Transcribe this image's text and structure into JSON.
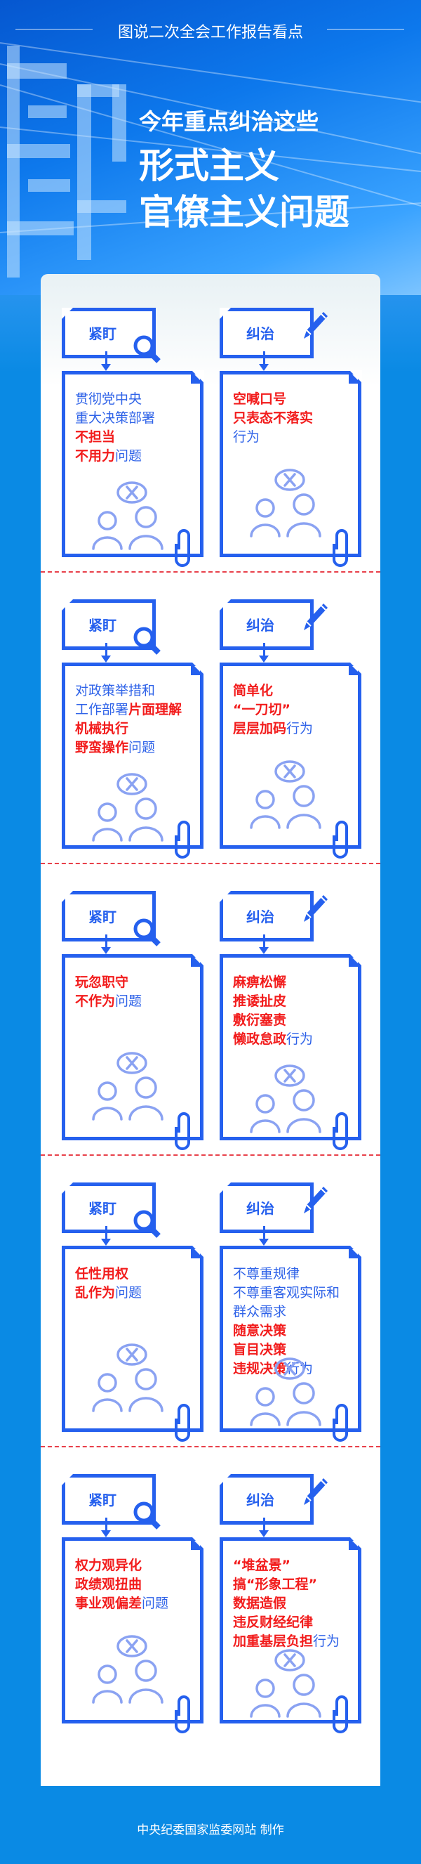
{
  "header": {
    "subtitle": "图说二次全会工作报告看点",
    "title_line1": "今年重点纠治这些",
    "title_line2": "形式主义",
    "title_line3": "官僚主义问题"
  },
  "colors": {
    "accent_blue": "#2560ee",
    "highlight_red": "#f21c1c",
    "background_blue": "#0a8ae4"
  },
  "sections": [
    {
      "left": {
        "tag": "紧盯",
        "icon": "magnifier-icon",
        "illustration": "people-disagree-icon",
        "lines": [
          [
            {
              "t": "贯彻党中央"
            }
          ],
          [
            {
              "t": "重大决策部署"
            }
          ],
          [
            {
              "t": "不担当",
              "red": true
            }
          ],
          [
            {
              "t": "不用力",
              "red": true
            },
            {
              "t": "问题"
            }
          ]
        ]
      },
      "right": {
        "tag": "纠治",
        "icon": "pencil-icon",
        "illustration": "megaphone-crowd-icon",
        "lines": [
          [
            {
              "t": "空喊口号",
              "red": true
            }
          ],
          [
            {
              "t": "只表态不落实",
              "red": true
            }
          ],
          [
            {
              "t": "行为"
            }
          ]
        ]
      }
    },
    {
      "left": {
        "tag": "紧盯",
        "icon": "magnifier-icon",
        "illustration": "desk-worker-icon",
        "lines": [
          [
            {
              "t": "对政策举措和"
            }
          ],
          [
            {
              "t": "工作部署"
            },
            {
              "t": "片面理解",
              "red": true
            }
          ],
          [
            {
              "t": "机械执行",
              "red": true
            }
          ],
          [
            {
              "t": "野蛮操作",
              "red": true
            },
            {
              "t": "问题"
            }
          ]
        ]
      },
      "right": {
        "tag": "纠治",
        "icon": "pencil-icon",
        "illustration": "presenter-audience-icon",
        "lines": [
          [
            {
              "t": "简单化",
              "red": true
            }
          ],
          [
            {
              "t": "“一刀切”",
              "red": true
            }
          ],
          [
            {
              "t": "层层加码",
              "red": true
            },
            {
              "t": "行为"
            }
          ]
        ]
      }
    },
    {
      "left": {
        "tag": "紧盯",
        "icon": "magnifier-icon",
        "illustration": "laptop-worker-icon",
        "lines": [
          [
            {
              "t": "玩忽职守",
              "red": true
            }
          ],
          [
            {
              "t": "不作为",
              "red": true
            },
            {
              "t": "问题"
            }
          ]
        ]
      },
      "right": {
        "tag": "纠治",
        "icon": "pencil-icon",
        "illustration": "chat-people-icon",
        "lines": [
          [
            {
              "t": "麻痹松懈",
              "red": true
            }
          ],
          [
            {
              "t": "推诿扯皮",
              "red": true
            }
          ],
          [
            {
              "t": "敷衍塞责",
              "red": true
            }
          ],
          [
            {
              "t": "懒政怠政",
              "red": true
            },
            {
              "t": "行为"
            }
          ]
        ]
      }
    },
    {
      "left": {
        "tag": "紧盯",
        "icon": "magnifier-icon",
        "illustration": "podium-speaker-icon",
        "lines": [
          [
            {
              "t": "任性用权",
              "red": true
            }
          ],
          [
            {
              "t": "乱作为",
              "red": true
            },
            {
              "t": "问题"
            }
          ]
        ]
      },
      "right": {
        "tag": "纠治",
        "icon": "pencil-icon",
        "illustration": "chart-presenter-icon",
        "lines": [
          [
            {
              "t": "不尊重规律"
            }
          ],
          [
            {
              "t": "不尊重客观实际和"
            }
          ],
          [
            {
              "t": "群众需求"
            }
          ],
          [
            {
              "t": "随意决策",
              "red": true
            }
          ],
          [
            {
              "t": "盲目决策",
              "red": true
            }
          ],
          [
            {
              "t": "违规决策",
              "red": true
            },
            {
              "t": "行为"
            }
          ]
        ]
      }
    },
    {
      "left": {
        "tag": "紧盯",
        "icon": "magnifier-icon",
        "illustration": "seated-official-icon",
        "lines": [
          [
            {
              "t": "权力观异化",
              "red": true
            }
          ],
          [
            {
              "t": "政绩观扭曲",
              "red": true
            }
          ],
          [
            {
              "t": "事业观偏差",
              "red": true
            },
            {
              "t": "问题"
            }
          ]
        ]
      },
      "right": {
        "tag": "纠治",
        "icon": "pencil-icon",
        "illustration": "report-board-icon",
        "lines": [
          [
            {
              "t": "“堆盆景”",
              "red": true
            }
          ],
          [
            {
              "t": "搞“形象工程”",
              "red": true
            }
          ],
          [
            {
              "t": "数据造假",
              "red": true
            }
          ],
          [
            {
              "t": "违反财经纪律",
              "red": true
            }
          ],
          [
            {
              "t": "加重基层负担",
              "red": true
            },
            {
              "t": "行为"
            }
          ]
        ]
      }
    }
  ],
  "footer": {
    "credit": "中央纪委国家监委网站  制作"
  }
}
